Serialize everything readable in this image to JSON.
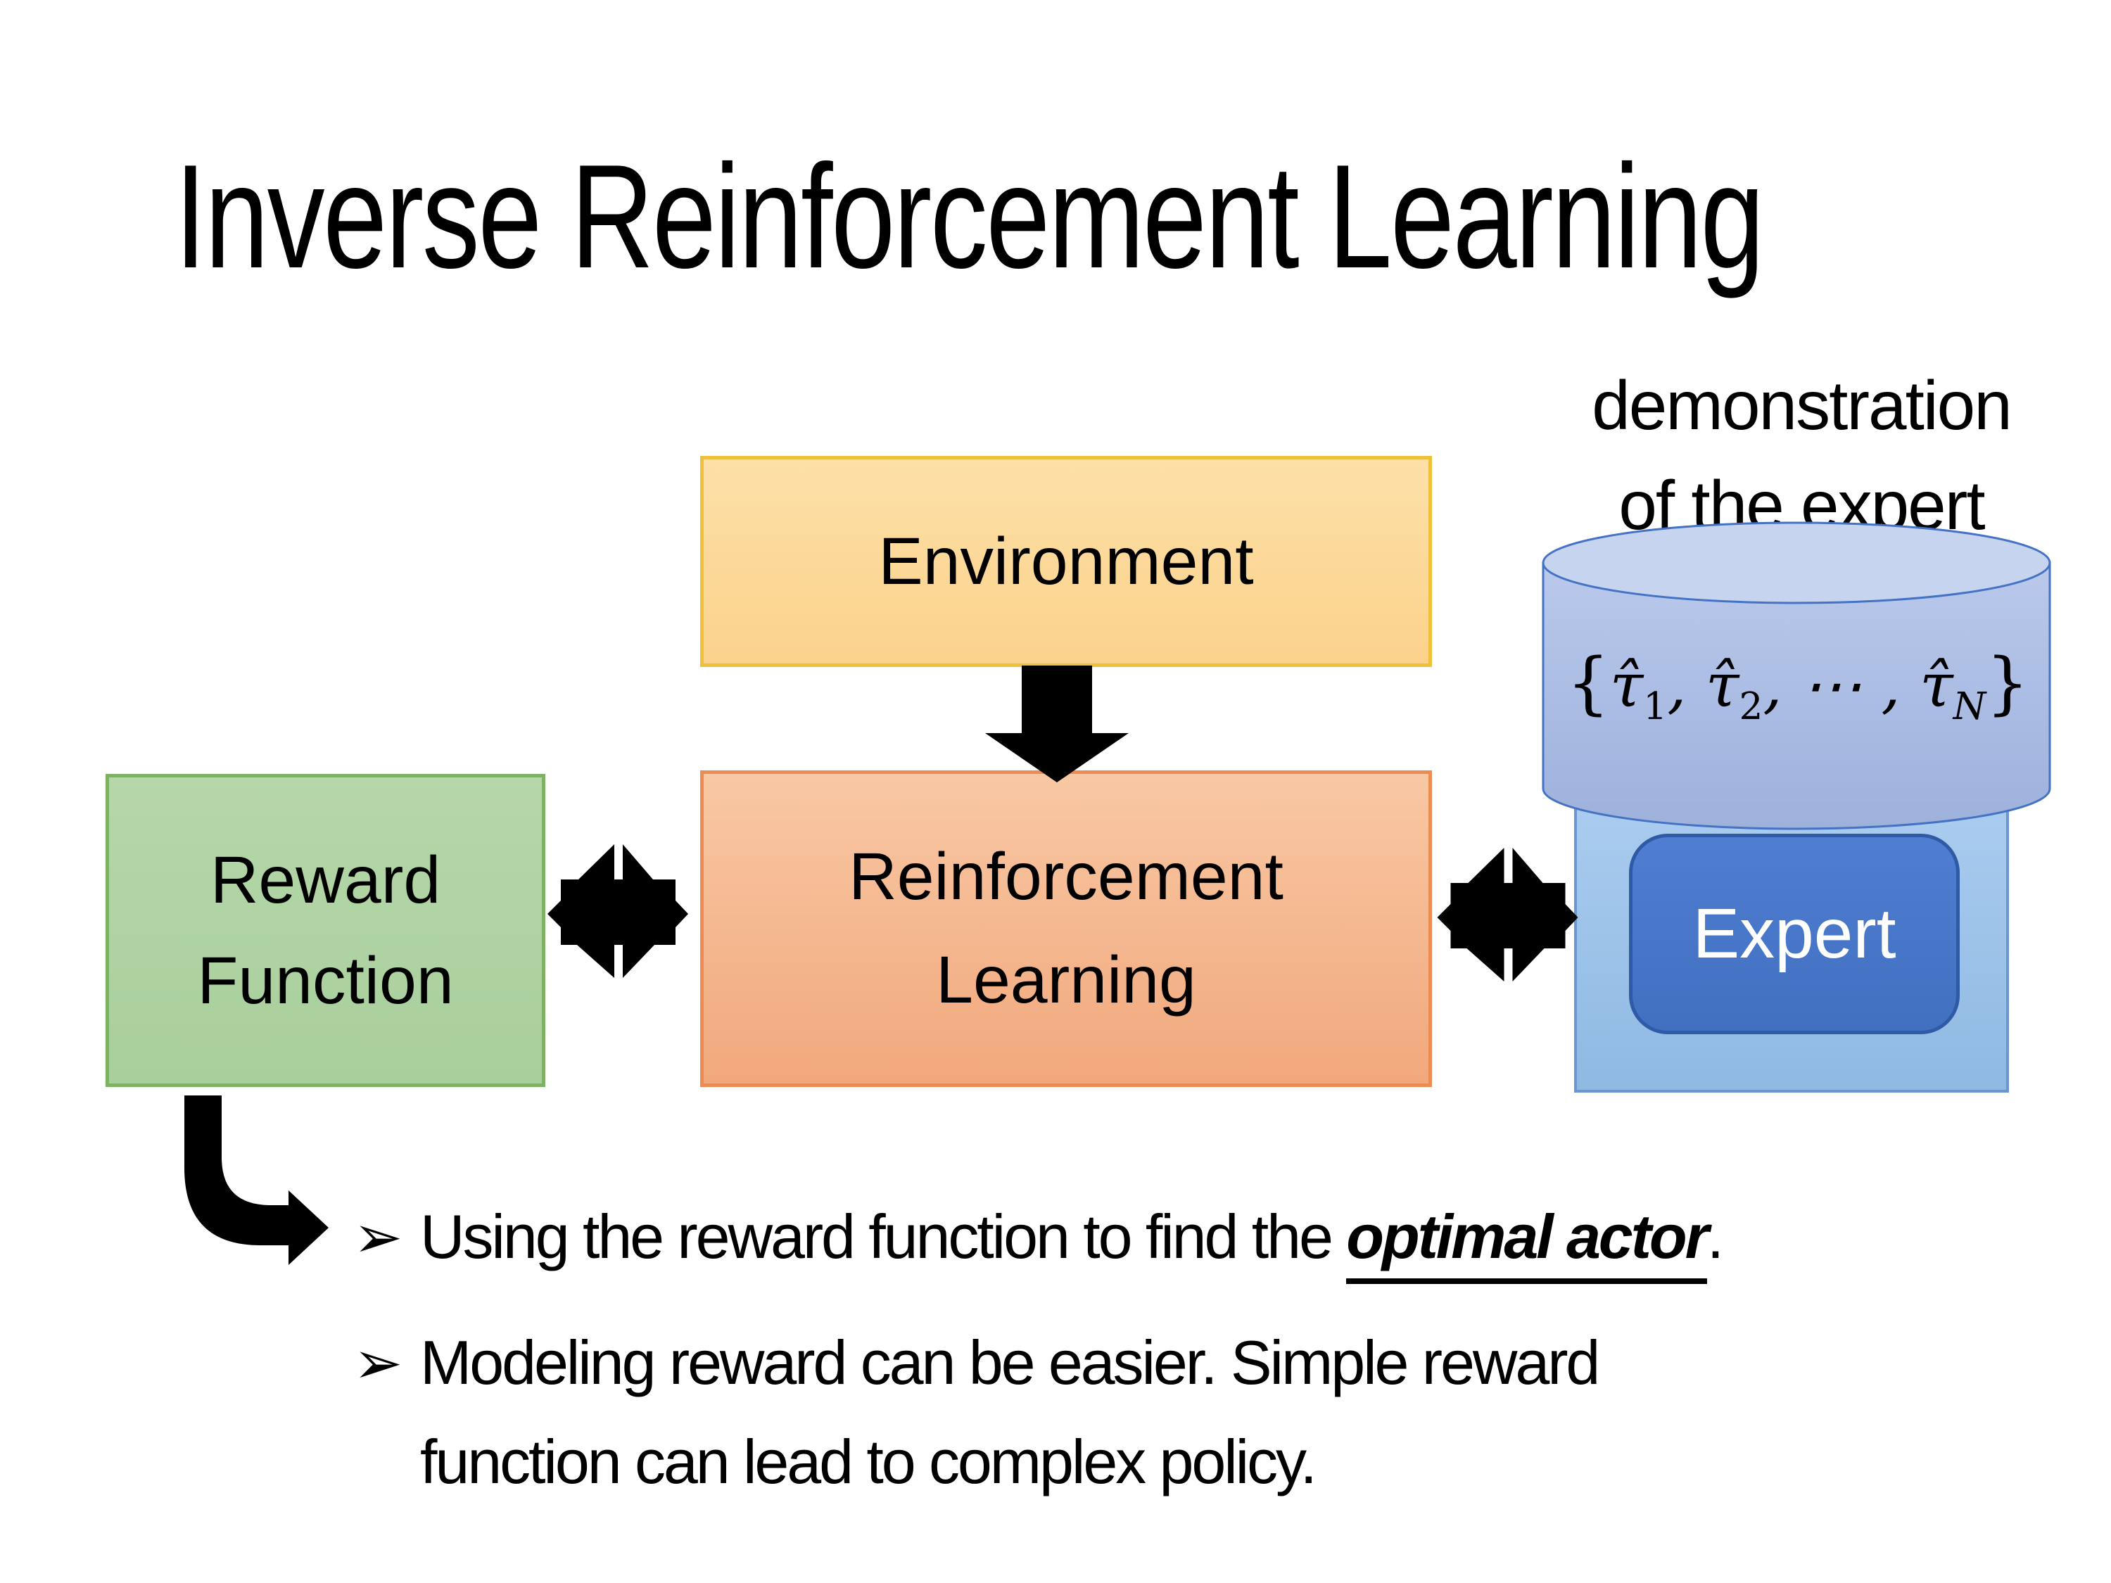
{
  "slide": {
    "title": "Inverse Reinforcement Learning",
    "demo_label": {
      "line1": "demonstration",
      "line2": "of the expert"
    },
    "boxes": {
      "environment": "Environment",
      "reward": {
        "line1": "Reward",
        "line2": "Function"
      },
      "rl": {
        "line1": "Reinforcement",
        "line2": "Learning"
      },
      "expert": "Expert"
    },
    "cylinder": {
      "formula": {
        "open": "{",
        "tau": "τ̂",
        "sub1": "1",
        "sep1": ", ",
        "sub2": "2",
        "sep2": ", ⋯ , ",
        "subN": "N",
        "close": "}"
      }
    },
    "bullets": {
      "marker": "➢",
      "item1": {
        "pre": "Using the reward function to find the ",
        "emphasis": "optimal actor",
        "post": "."
      },
      "item2": "Modeling reward can be easier. Simple reward function can lead to complex policy."
    },
    "colors": {
      "environment_fill": "#FCD691",
      "environment_border": "#EFC13B",
      "reward_fill": "#AFD3A2",
      "reward_border": "#7EB163",
      "rl_fill": "#F5B78F",
      "rl_border": "#ED8C52",
      "expert_panel_fill": "#9FC3E8",
      "expert_panel_border": "#6B97CE",
      "expert_button_fill": "#4472C4",
      "expert_button_border": "#2E5AA6",
      "cylinder_body_fill": "#AABDE1",
      "cylinder_top_fill": "#C7D4F0",
      "cylinder_border": "#4472C4",
      "arrow_color": "#000000",
      "text_color": "#000000",
      "expert_text_color": "#FFFFFF"
    }
  }
}
